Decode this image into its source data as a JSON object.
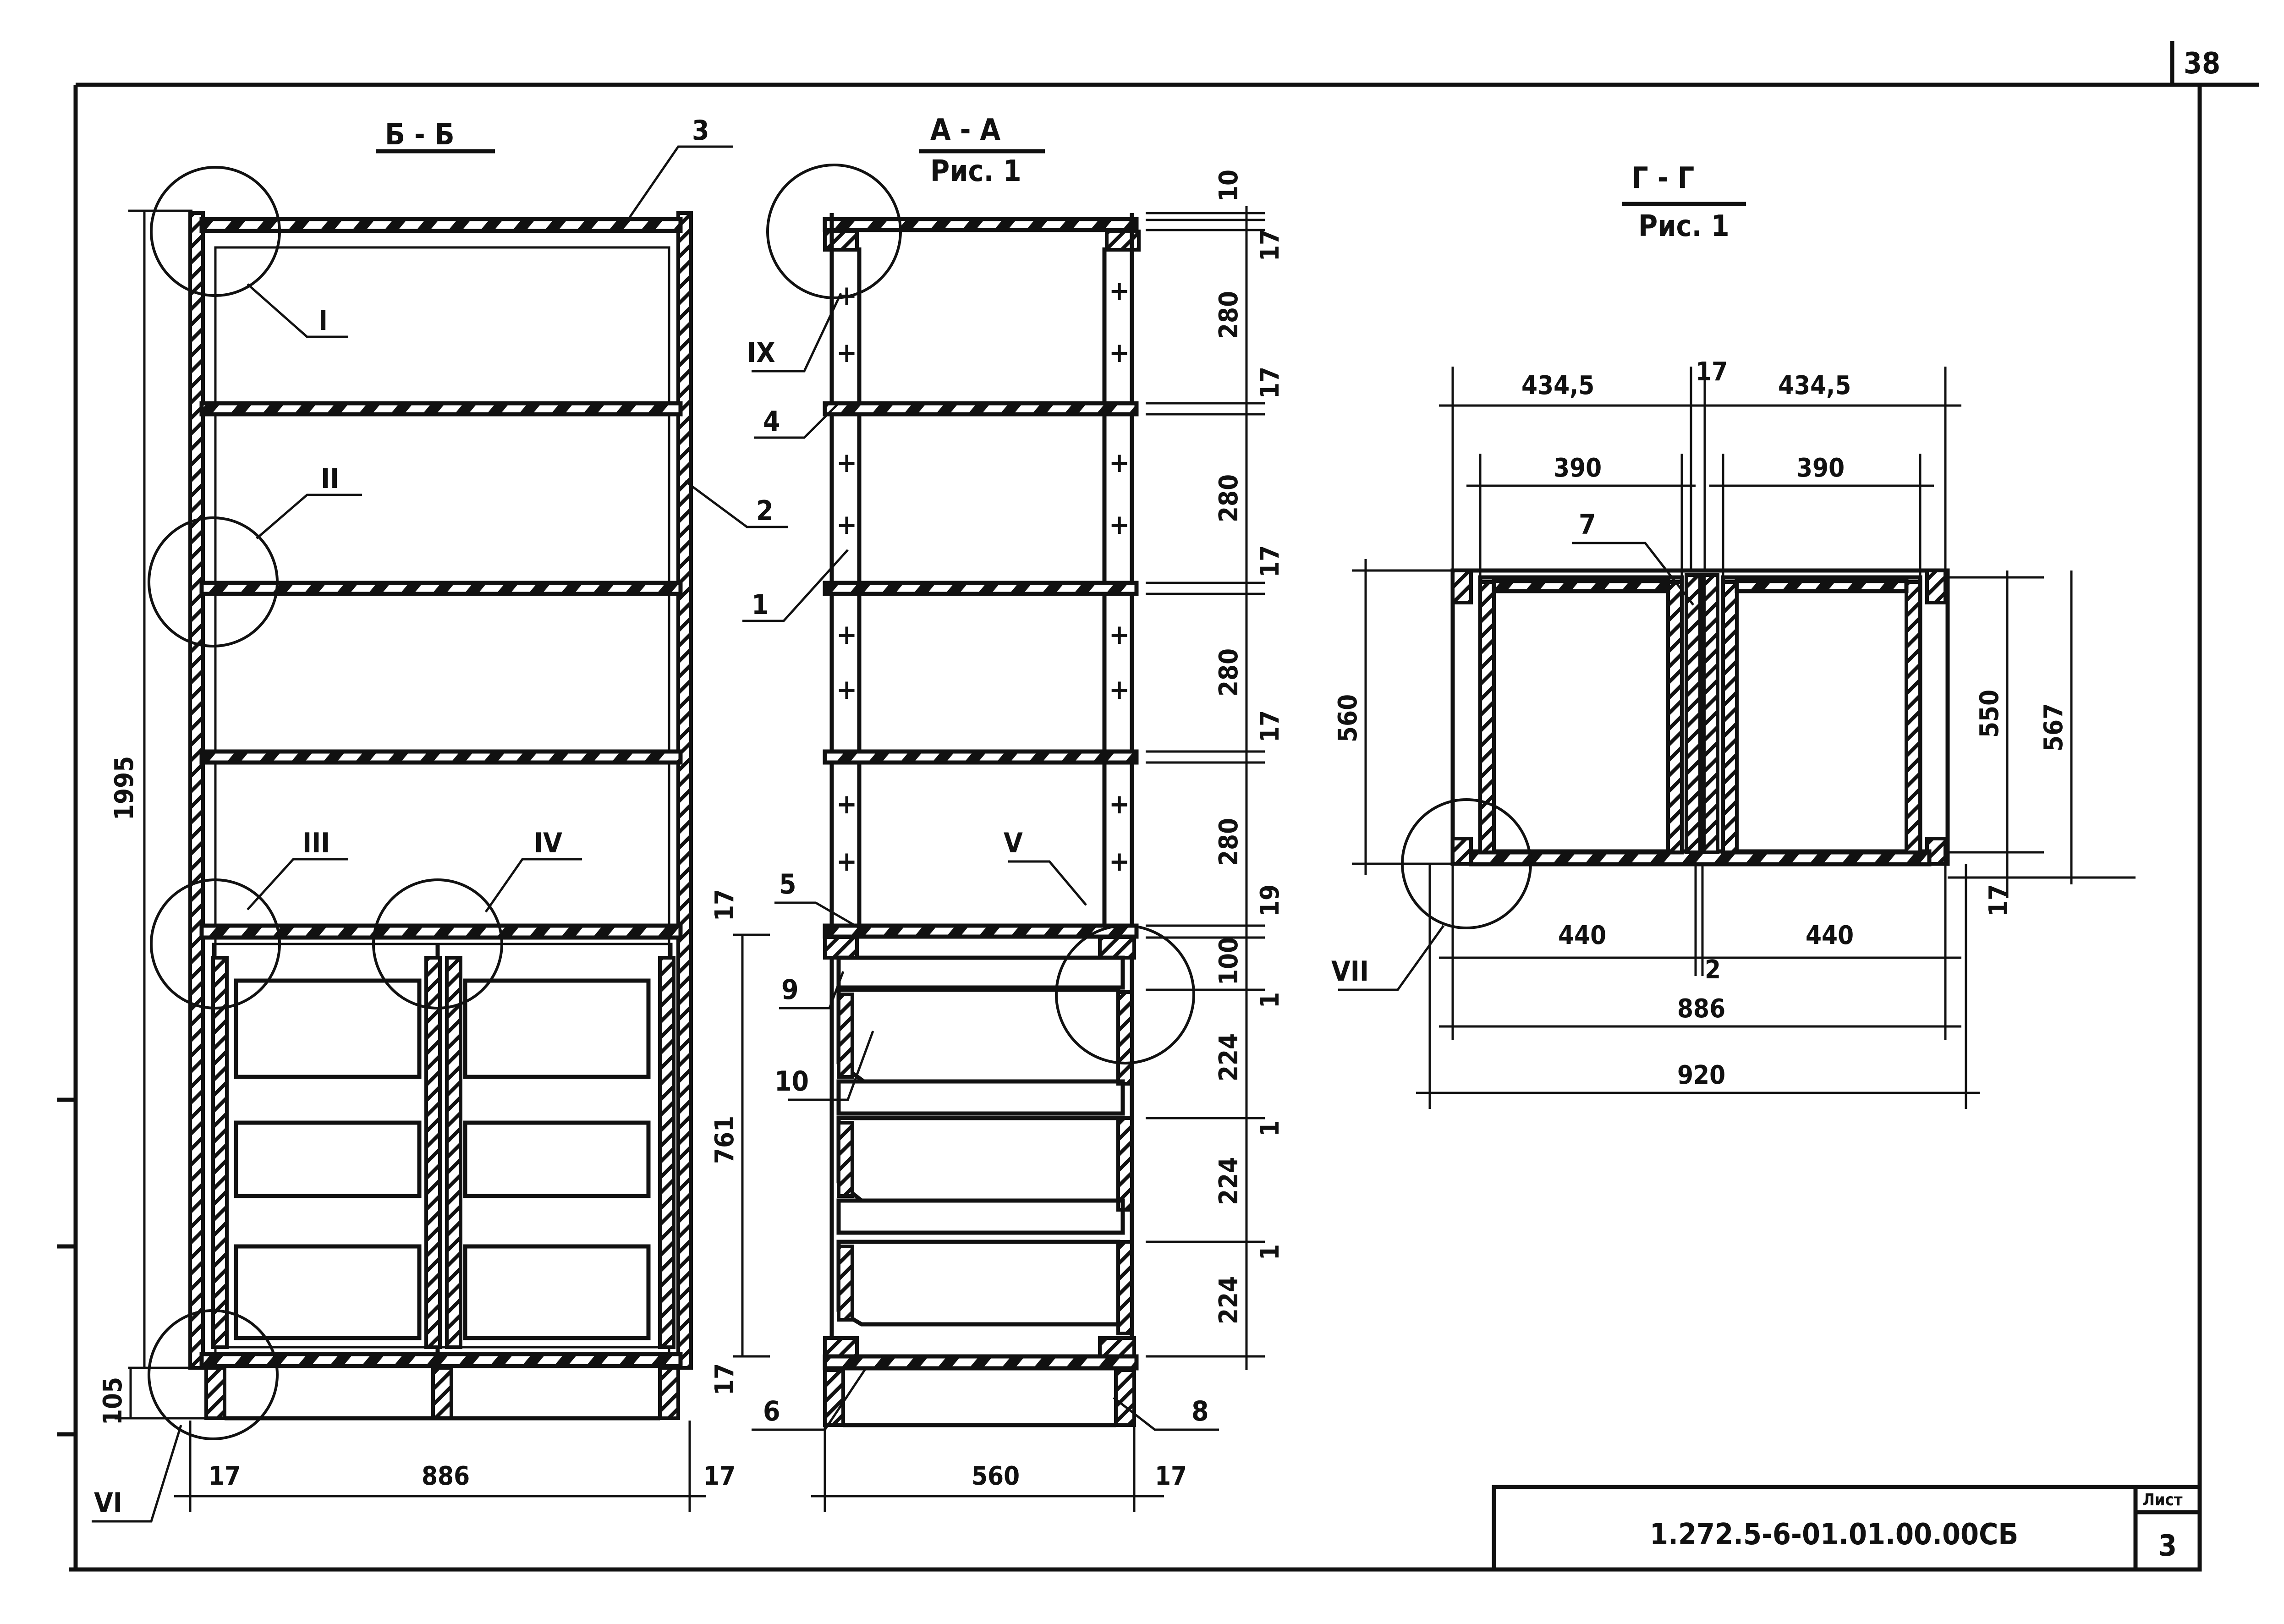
{
  "page": {
    "sheet_corner_number": "38"
  },
  "title_block": {
    "designation": "1.272.5-6-01.01.00.00СБ",
    "sheet_label": "Лист",
    "sheet_number": "3"
  },
  "views": {
    "bb": {
      "title": "Б - Б",
      "dims": {
        "height": "1995",
        "base": "105",
        "width": "886",
        "side_l": "17",
        "side_r": "17",
        "lower": "761",
        "lower_top": "17",
        "lower_bot": "17"
      },
      "callouts": {
        "c3": "3",
        "c2": "2",
        "cI": "I",
        "cII": "II",
        "cIII": "III",
        "cIV": "IV",
        "cVI": "VI"
      }
    },
    "aa": {
      "title": "А - А",
      "subtitle": "Рис. 1",
      "dims": {
        "top10": "10",
        "d17a": "17",
        "d280a": "280",
        "d17b": "17",
        "d280b": "280",
        "d17c": "17",
        "d280c": "280",
        "d17d": "17",
        "d280d": "280",
        "d19": "19",
        "d100": "100",
        "d1a": "1",
        "d224a": "224",
        "d1b": "1",
        "d224b": "224",
        "d1c": "1",
        "d224c": "224",
        "width": "560",
        "side": "17"
      },
      "callouts": {
        "c1": "1",
        "c4": "4",
        "c5": "5",
        "c6": "6",
        "c8": "8",
        "c9": "9",
        "c10": "10",
        "cIX": "IX",
        "cV": "V"
      }
    },
    "gg": {
      "title": "Г - Г",
      "subtitle": "Рис. 1",
      "dims": {
        "w434l": "434,5",
        "mid17": "17",
        "w434r": "434,5",
        "w390l": "390",
        "w390r": "390",
        "h560": "560",
        "h550": "550",
        "h567": "567",
        "b17": "17",
        "w440l": "440",
        "gap2": "2",
        "w440r": "440",
        "w886": "886",
        "w920": "920"
      },
      "callouts": {
        "c7": "7",
        "cVII": "VII"
      }
    }
  }
}
